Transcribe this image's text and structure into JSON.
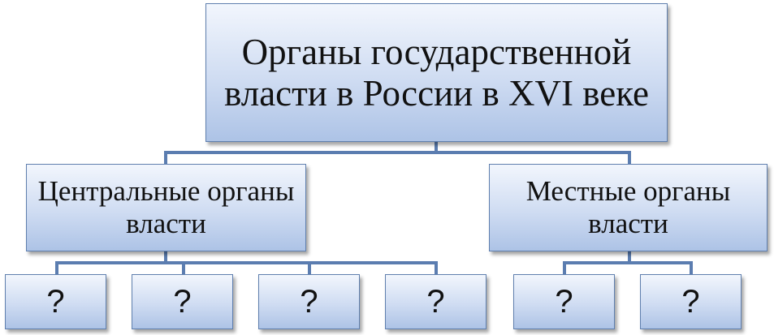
{
  "root": {
    "label": "Органы государственной власти в России в XVI веке"
  },
  "central": {
    "label": "Центральные органы власти",
    "children": [
      "?",
      "?",
      "?",
      "?"
    ]
  },
  "local": {
    "label": "Местные органы власти",
    "children": [
      "?",
      "?"
    ]
  },
  "colors": {
    "box_border": "#5f7fae",
    "connector": "#5b7db0"
  }
}
